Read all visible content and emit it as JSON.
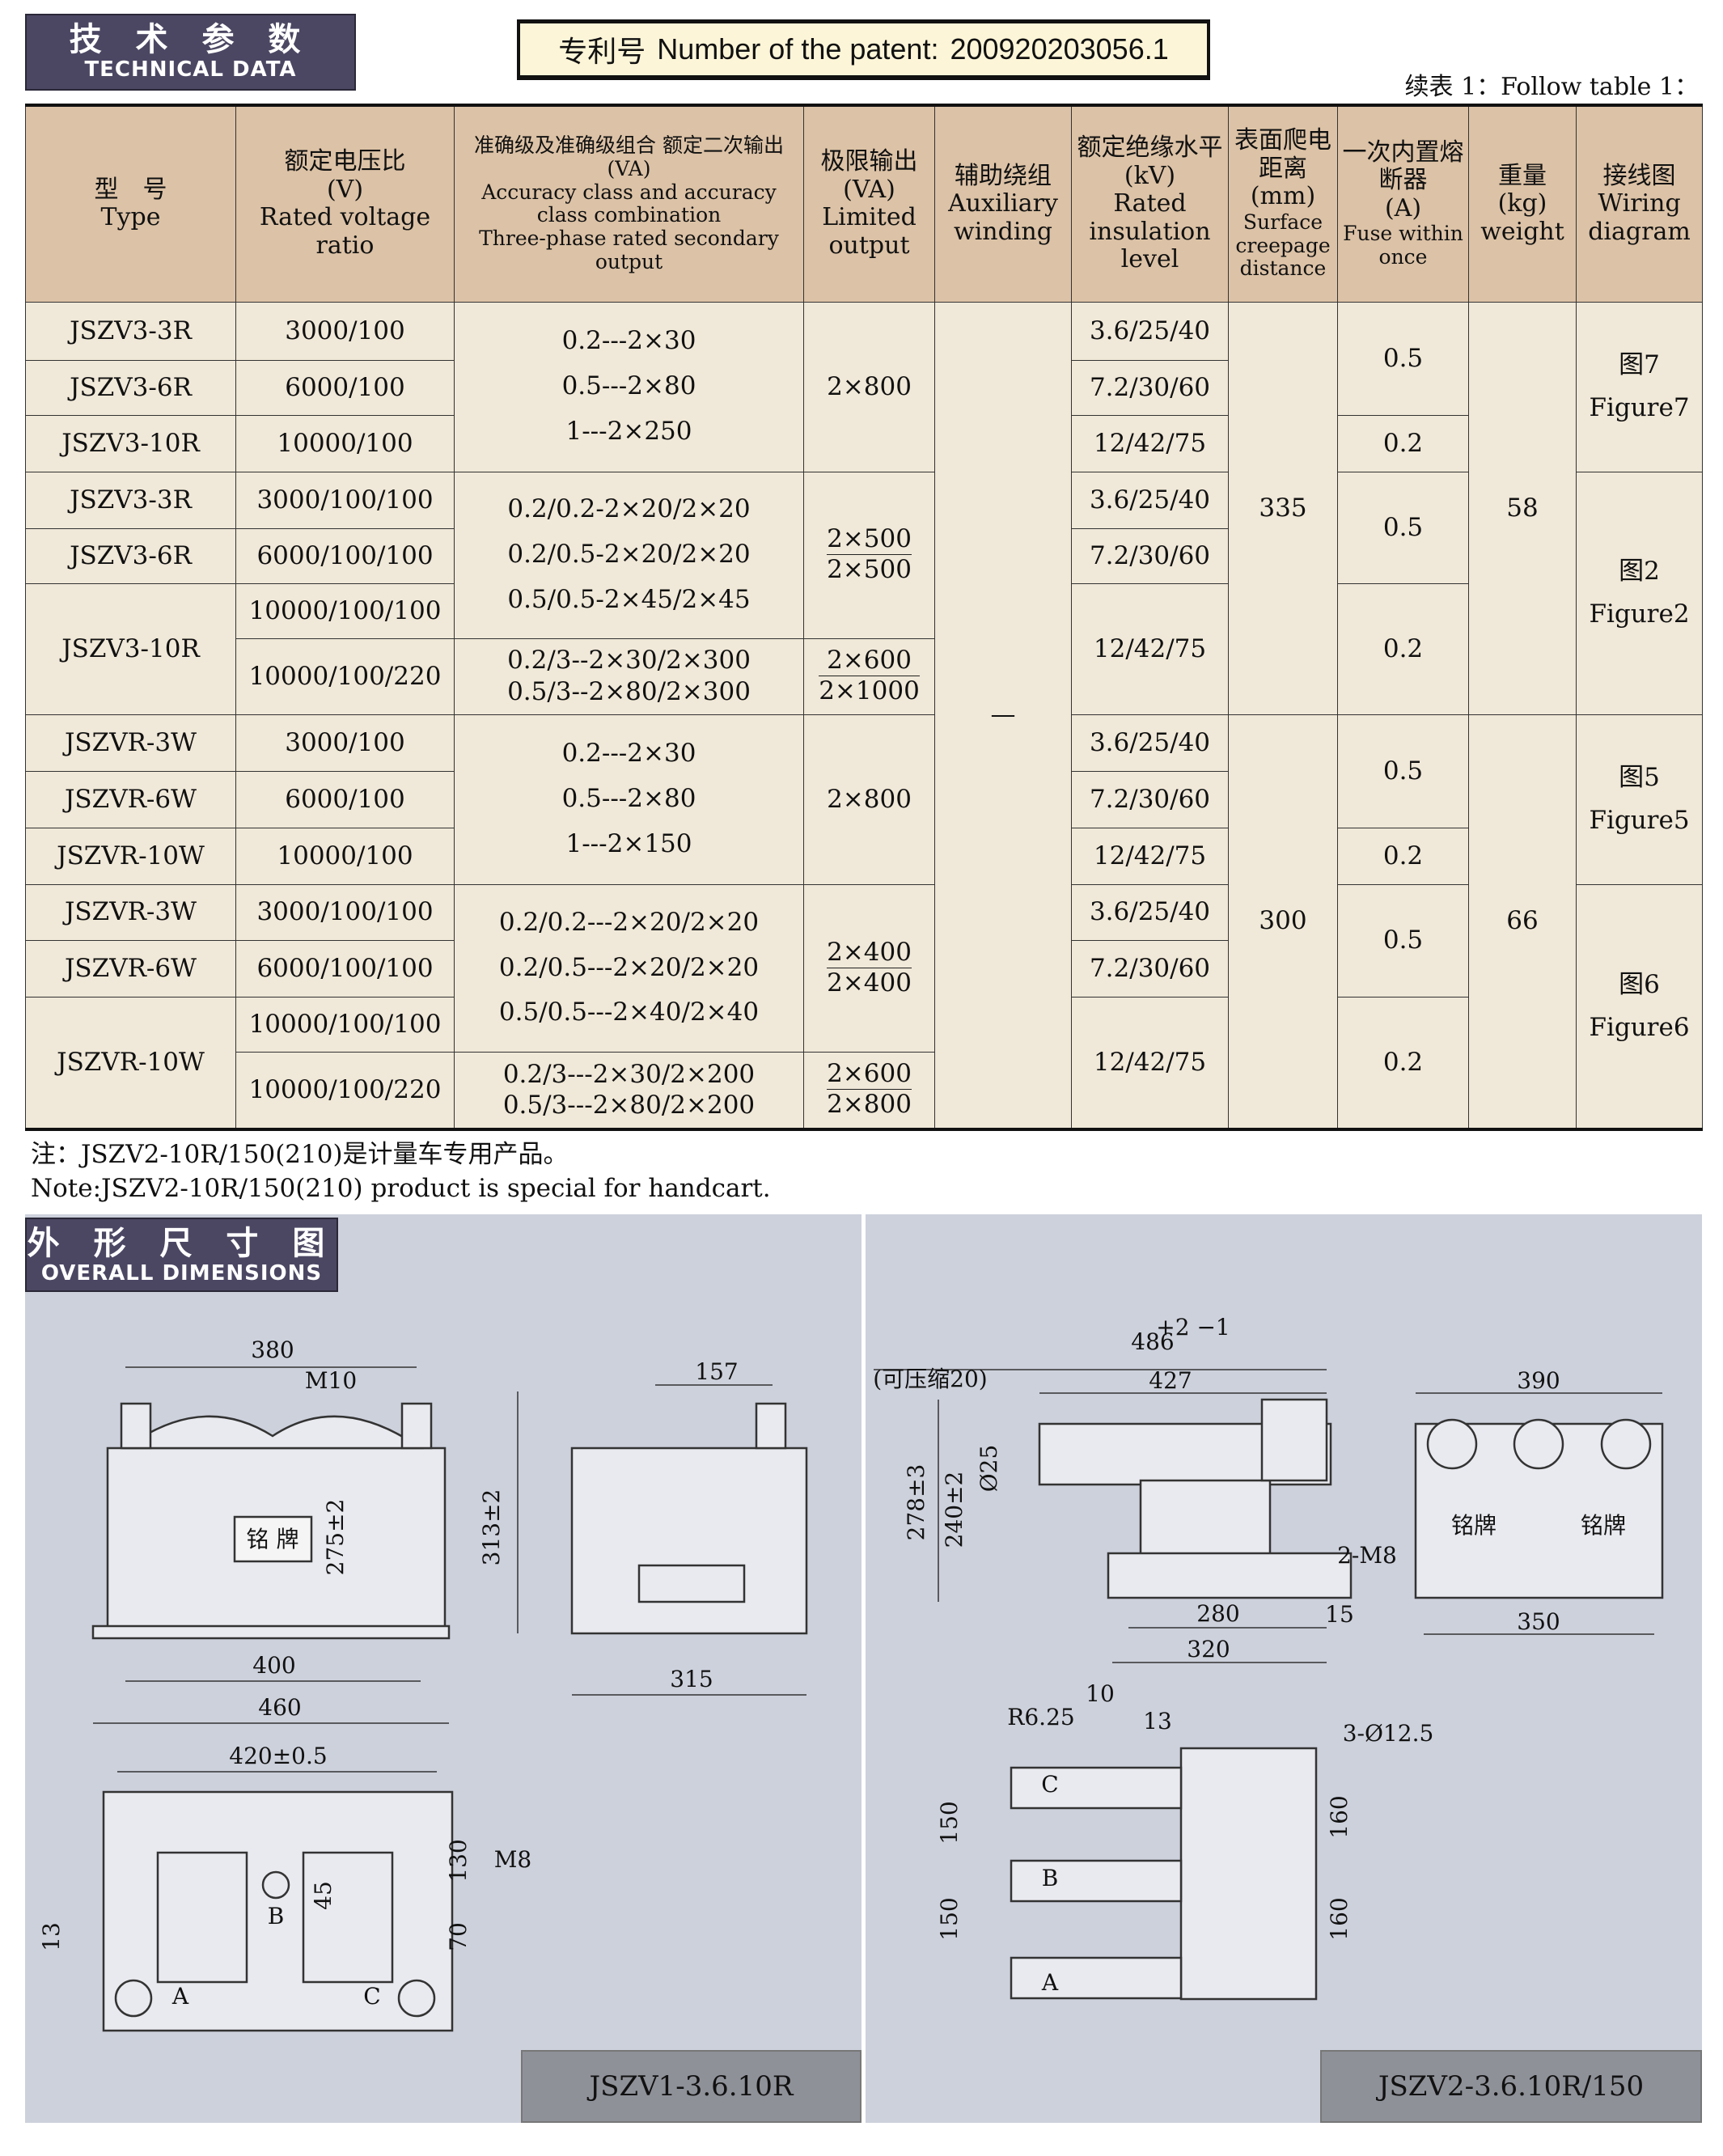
{
  "header": {
    "badge_zh": "技 术 参 数",
    "badge_en": "TECHNICAL DATA",
    "patent_zh": "专利号",
    "patent_en": "Number of the patent:",
    "patent_no": "200920203056.1",
    "follow": "续表 1：Follow table 1："
  },
  "columns": [
    {
      "zh": "型　号",
      "en": "Type"
    },
    {
      "zh": "额定电压比",
      "unit": "(V)",
      "en": "Rated voltage ratio"
    },
    {
      "zh": "准确级及准确级组合 额定二次输出 (VA)",
      "en": "Accuracy class and accuracy class combination",
      "en2": "Three-phase rated secondary output"
    },
    {
      "zh": "极限输出",
      "unit": "(VA)",
      "en": "Limited output"
    },
    {
      "zh": "辅助绕组",
      "en": "Auxiliary winding"
    },
    {
      "zh": "额定绝缘水平",
      "unit": "(kV)",
      "en": "Rated insulation level"
    },
    {
      "zh": "表面爬电距离",
      "unit": "(mm)",
      "en": "Surface creepage distance"
    },
    {
      "zh": "一次内置熔断器",
      "unit": "(A)",
      "en": "Fuse within once"
    },
    {
      "zh": "重量",
      "unit": "(kg)",
      "en": "weight"
    },
    {
      "zh": "接线图",
      "en": "Wiring diagram"
    }
  ],
  "types": [
    "JSZV3-3R",
    "JSZV3-6R",
    "JSZV3-10R",
    "JSZV3-3R",
    "JSZV3-6R",
    "JSZV3-10R",
    "JSZVR-3W",
    "JSZVR-6W",
    "JSZVR-10W",
    "JSZVR-3W",
    "JSZVR-6W",
    "JSZVR-10W"
  ],
  "ratios": [
    "3000/100",
    "6000/100",
    "10000/100",
    "3000/100/100",
    "6000/100/100",
    "10000/100/100",
    "10000/100/220",
    "3000/100",
    "6000/100",
    "10000/100",
    "3000/100/100",
    "6000/100/100",
    "10000/100/100",
    "10000/100/220"
  ],
  "accuracy": [
    [
      "0.2---2×30",
      "0.5---2×80",
      "1---2×250"
    ],
    [
      "0.2/0.2-2×20/2×20",
      "0.2/0.5-2×20/2×20",
      "0.5/0.5-2×45/2×45"
    ],
    [
      "0.2/3--2×30/2×300",
      "0.5/3--2×80/2×300"
    ],
    [
      "0.2---2×30",
      "0.5---2×80",
      "1---2×150"
    ],
    [
      "0.2/0.2---2×20/2×20",
      "0.2/0.5---2×20/2×20",
      "0.5/0.5---2×40/2×40"
    ],
    [
      "0.2/3---2×30/2×200",
      "0.5/3---2×80/2×200"
    ]
  ],
  "limited": [
    [
      "2×800"
    ],
    [
      "2×500",
      "2×500"
    ],
    [
      "2×600",
      "2×1000"
    ],
    [
      "2×800"
    ],
    [
      "2×400",
      "2×400"
    ],
    [
      "2×600",
      "2×800"
    ]
  ],
  "auxiliary": "—",
  "insulation": [
    "3.6/25/40",
    "7.2/30/60",
    "12/42/75",
    "3.6/25/40",
    "7.2/30/60",
    "12/42/75",
    "3.6/25/40",
    "7.2/30/60",
    "12/42/75",
    "3.6/25/40",
    "7.2/30/60",
    "12/42/75"
  ],
  "creepage": [
    "335",
    "300"
  ],
  "fuse": [
    "0.5",
    "0.2",
    "0.5",
    "0.2",
    "0.5",
    "0.2",
    "0.5",
    "0.2"
  ],
  "weight": [
    "58",
    "66"
  ],
  "wiring": [
    {
      "zh": "图7",
      "en": "Figure7"
    },
    {
      "zh": "图2",
      "en": "Figure2"
    },
    {
      "zh": "图5",
      "en": "Figure5"
    },
    {
      "zh": "图6",
      "en": "Figure6"
    }
  ],
  "note": {
    "zh": "注：JSZV2-10R/150(210)是计量车专用产品。",
    "en": "Note:JSZV2-10R/150(210) product is special for handcart."
  },
  "dimensions": {
    "badge_zh": "外 形 尺 寸 图",
    "badge_en": "OVERALL DIMENSIONS",
    "left": {
      "model": "JSZV1-3.6.10R",
      "d380": "380",
      "m10": "M10",
      "plate": "铭 牌",
      "d275": "275±2",
      "d313": "313±2",
      "d400": "400",
      "d460": "460",
      "d157": "157",
      "d315": "315",
      "d420": "420±0.5",
      "m8": "M8",
      "d130": "130",
      "d45": "45",
      "b": "B",
      "d13": "13",
      "d70": "70",
      "a": "A",
      "c": "C"
    },
    "right": {
      "model": "JSZV2-3.6.10R/150",
      "d486": "486",
      "tol": "+2 −1",
      "compress": "(可压缩20)",
      "d427": "427",
      "d390": "390",
      "d25": "Ø25",
      "d278": "278±3",
      "d240": "240±2",
      "m8": "2-M8",
      "d280": "280",
      "d15": "15",
      "d320": "320",
      "d350": "350",
      "plate": "铭牌",
      "d10": "10",
      "r625": "R6.25",
      "d13": "13",
      "hole": "3-Ø12.5",
      "d150": "150",
      "d160": "160",
      "a": "A",
      "b": "B",
      "c": "C"
    }
  }
}
